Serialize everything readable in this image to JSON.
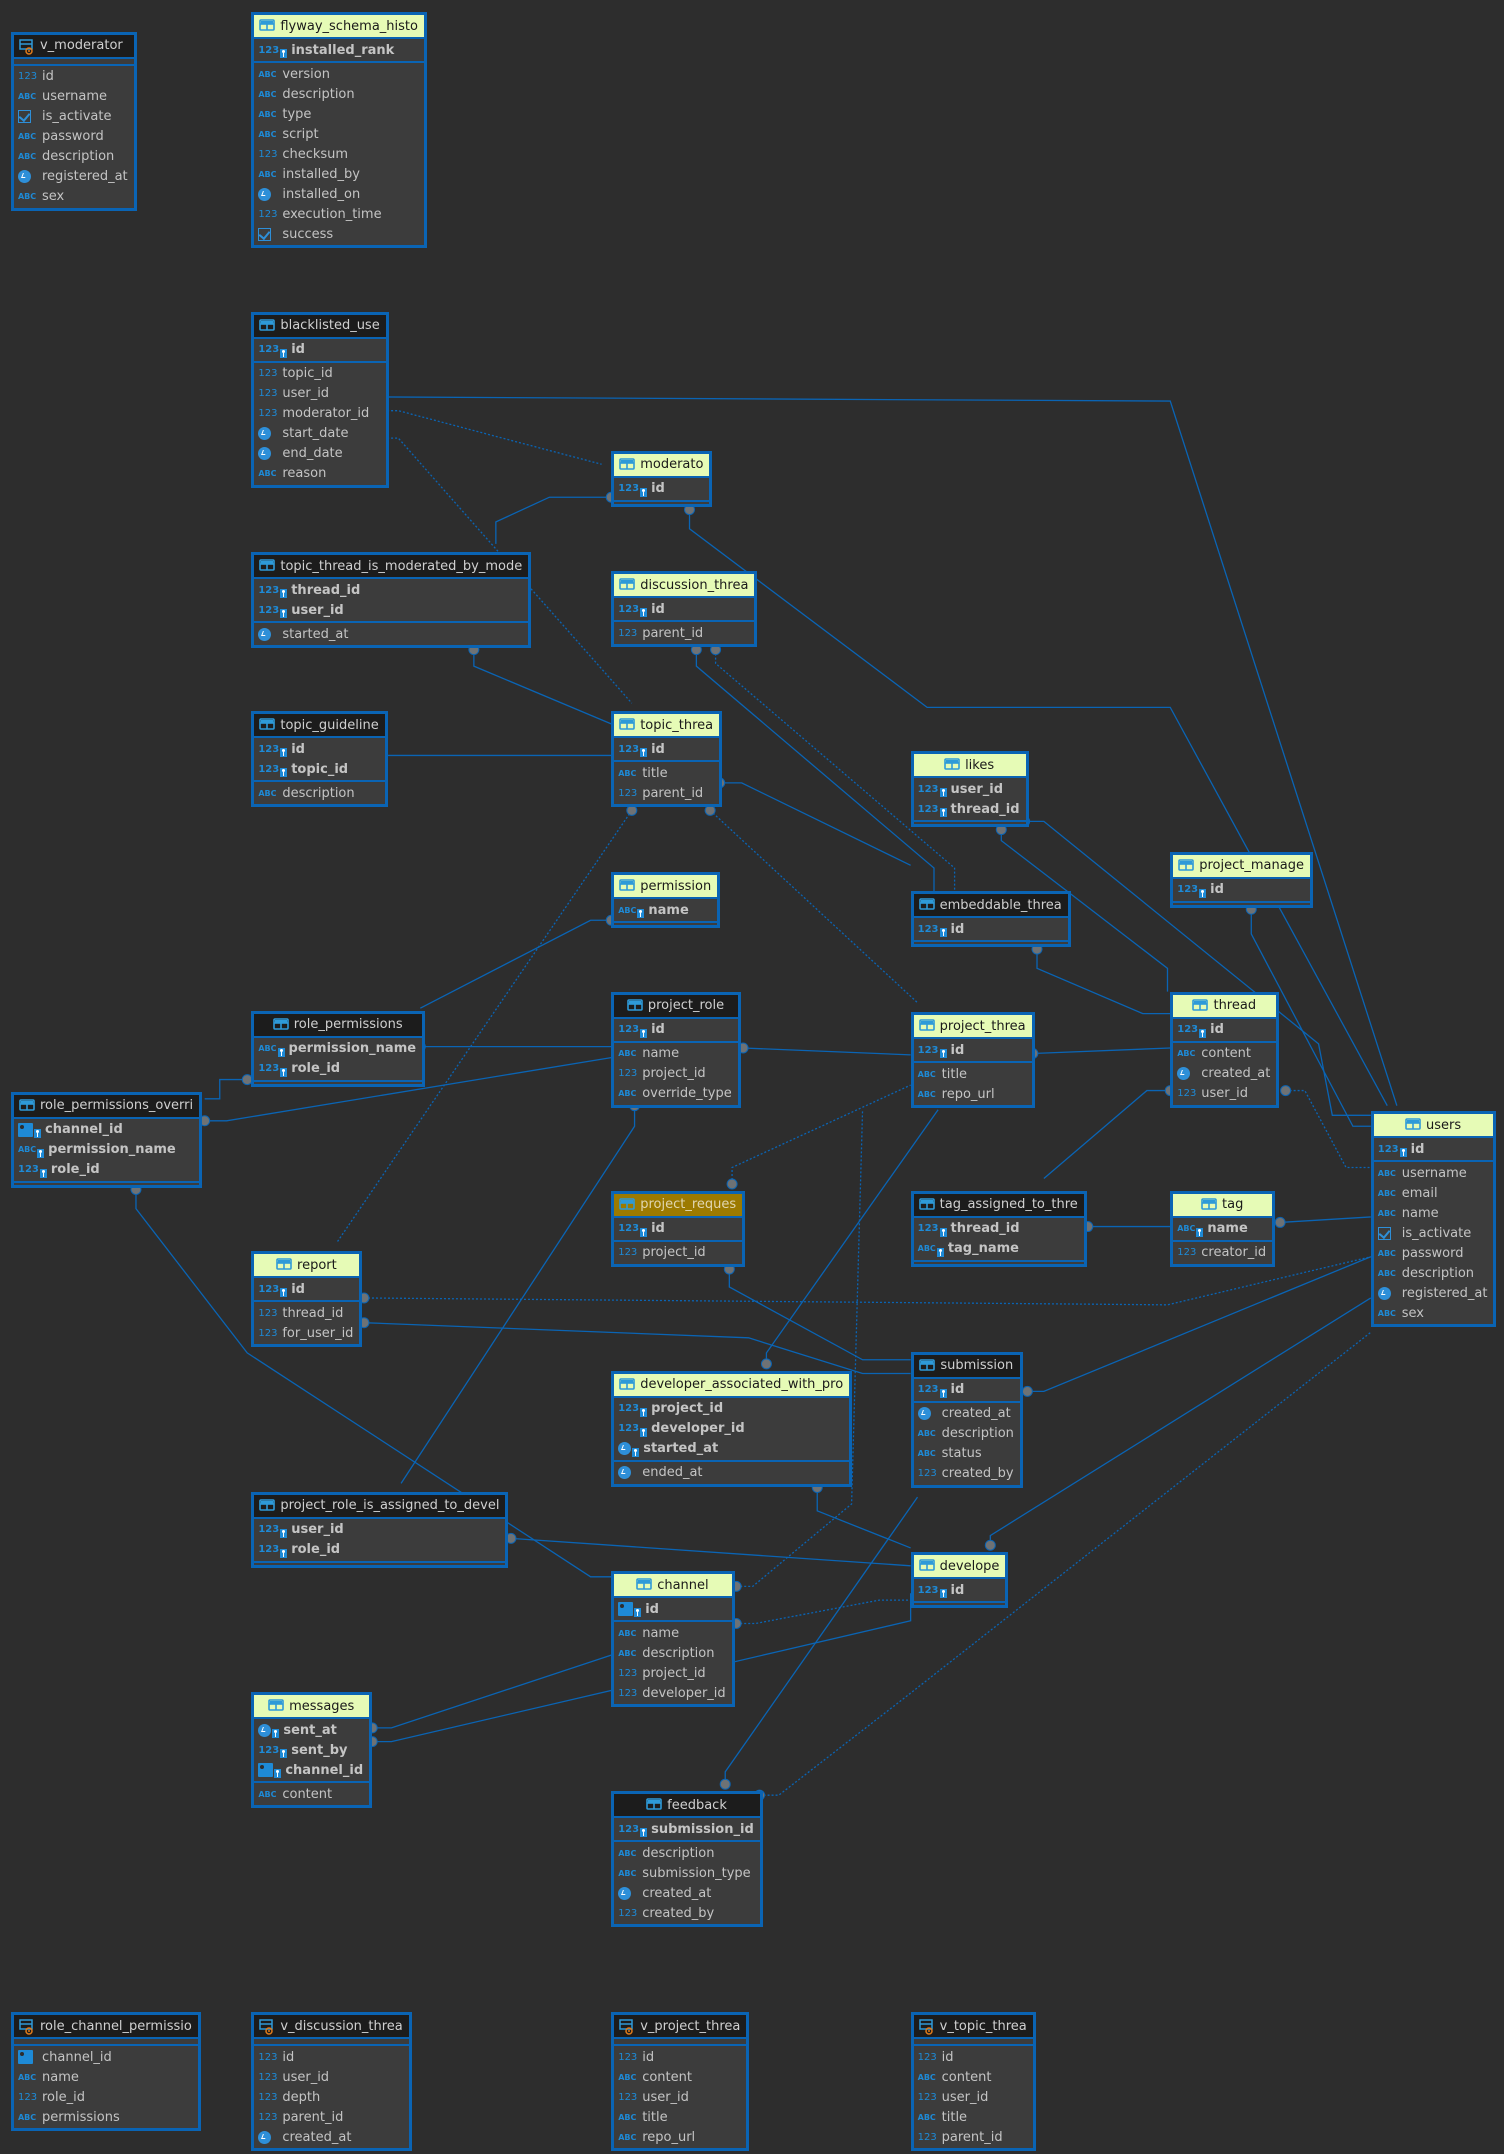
{
  "diagram": {
    "colors": {
      "background": "#2d2d2d",
      "border": "#0a64b4",
      "header_green": "#e6fbb6",
      "header_dark": "#1c1c1c",
      "header_yellow": "#9c7a00",
      "link": "#0a64b4"
    },
    "tables": [
      {
        "id": "v_moderator",
        "title": "v_moderator",
        "kind": "view",
        "header": "dark",
        "pk": [],
        "cols": [
          [
            "id",
            "num"
          ],
          [
            "username",
            "abc"
          ],
          [
            "is_activate",
            "bool"
          ],
          [
            "password",
            "abc"
          ],
          [
            "description",
            "abc"
          ],
          [
            "registered_at",
            "time"
          ],
          [
            "sex",
            "abc"
          ]
        ]
      },
      {
        "id": "flyway",
        "title": "flyway_schema_histo",
        "kind": "table",
        "header": "green",
        "pk": [
          [
            "installed_rank",
            "num"
          ]
        ],
        "cols": [
          [
            "version",
            "abc"
          ],
          [
            "description",
            "abc"
          ],
          [
            "type",
            "abc"
          ],
          [
            "script",
            "abc"
          ],
          [
            "checksum",
            "num"
          ],
          [
            "installed_by",
            "abc"
          ],
          [
            "installed_on",
            "time"
          ],
          [
            "execution_time",
            "num"
          ],
          [
            "success",
            "bool"
          ]
        ]
      },
      {
        "id": "blacklisted_user",
        "title": "blacklisted_use",
        "kind": "table",
        "header": "dark",
        "pk": [
          [
            "id",
            "num"
          ]
        ],
        "cols": [
          [
            "topic_id",
            "num"
          ],
          [
            "user_id",
            "num"
          ],
          [
            "moderator_id",
            "num"
          ],
          [
            "start_date",
            "time"
          ],
          [
            "end_date",
            "time"
          ],
          [
            "reason",
            "abc"
          ]
        ]
      },
      {
        "id": "moderator",
        "title": "moderato",
        "kind": "table",
        "header": "green",
        "pk": [
          [
            "id",
            "num"
          ]
        ],
        "cols": []
      },
      {
        "id": "ttimbm",
        "title": "topic_thread_is_moderated_by_mode",
        "kind": "table",
        "header": "dark",
        "pk": [
          [
            "thread_id",
            "num"
          ],
          [
            "user_id",
            "num"
          ]
        ],
        "cols": [
          [
            "started_at",
            "time"
          ]
        ]
      },
      {
        "id": "discussion_thread",
        "title": "discussion_threa",
        "kind": "table",
        "header": "green",
        "pk": [
          [
            "id",
            "num"
          ]
        ],
        "cols": [
          [
            "parent_id",
            "num"
          ]
        ]
      },
      {
        "id": "topic_guideline",
        "title": "topic_guideline",
        "kind": "table",
        "header": "dark",
        "pk": [
          [
            "id",
            "num"
          ],
          [
            "topic_id",
            "num"
          ]
        ],
        "cols": [
          [
            "description",
            "abc"
          ]
        ]
      },
      {
        "id": "topic_thread",
        "title": "topic_threa",
        "kind": "table",
        "header": "green",
        "pk": [
          [
            "id",
            "num"
          ]
        ],
        "cols": [
          [
            "title",
            "abc"
          ],
          [
            "parent_id",
            "num"
          ]
        ]
      },
      {
        "id": "likes",
        "title": "likes",
        "kind": "table",
        "header": "green",
        "pk": [
          [
            "user_id",
            "num"
          ],
          [
            "thread_id",
            "num"
          ]
        ],
        "cols": []
      },
      {
        "id": "project_manager",
        "title": "project_manage",
        "kind": "table",
        "header": "green",
        "pk": [
          [
            "id",
            "num"
          ]
        ],
        "cols": []
      },
      {
        "id": "permission",
        "title": "permission",
        "kind": "table",
        "header": "green",
        "pk": [
          [
            "name",
            "abc"
          ]
        ],
        "cols": []
      },
      {
        "id": "embeddable_thread",
        "title": "embeddable_threa",
        "kind": "table",
        "header": "dark",
        "pk": [
          [
            "id",
            "num"
          ]
        ],
        "cols": []
      },
      {
        "id": "role_permissions",
        "title": "role_permissions",
        "kind": "table",
        "header": "dark",
        "pk": [
          [
            "permission_name",
            "abc"
          ],
          [
            "role_id",
            "num"
          ]
        ],
        "cols": []
      },
      {
        "id": "project_role",
        "title": "project_role",
        "kind": "table",
        "header": "dark",
        "pk": [
          [
            "id",
            "num"
          ]
        ],
        "cols": [
          [
            "name",
            "abc"
          ],
          [
            "project_id",
            "num"
          ],
          [
            "override_type",
            "abc"
          ]
        ]
      },
      {
        "id": "project_thread",
        "title": "project_threa",
        "kind": "table",
        "header": "green",
        "pk": [
          [
            "id",
            "num"
          ]
        ],
        "cols": [
          [
            "title",
            "abc"
          ],
          [
            "repo_url",
            "abc"
          ]
        ]
      },
      {
        "id": "thread",
        "title": "thread",
        "kind": "table",
        "header": "green",
        "pk": [
          [
            "id",
            "num"
          ]
        ],
        "cols": [
          [
            "content",
            "abc"
          ],
          [
            "created_at",
            "time"
          ],
          [
            "user_id",
            "num"
          ]
        ]
      },
      {
        "id": "rpo",
        "title": "role_permissions_overri",
        "kind": "table",
        "header": "dark",
        "pk": [
          [
            "channel_id",
            "card"
          ],
          [
            "permission_name",
            "abc"
          ],
          [
            "role_id",
            "num"
          ]
        ],
        "cols": []
      },
      {
        "id": "users",
        "title": "users",
        "kind": "table",
        "header": "green",
        "pk": [
          [
            "id",
            "num"
          ]
        ],
        "cols": [
          [
            "username",
            "abc"
          ],
          [
            "email",
            "abc"
          ],
          [
            "name",
            "abc"
          ],
          [
            "is_activate",
            "bool"
          ],
          [
            "password",
            "abc"
          ],
          [
            "description",
            "abc"
          ],
          [
            "registered_at",
            "time"
          ],
          [
            "sex",
            "abc"
          ]
        ]
      },
      {
        "id": "project_request",
        "title": "project_reques",
        "kind": "table",
        "header": "yellow",
        "pk": [
          [
            "id",
            "num"
          ]
        ],
        "cols": [
          [
            "project_id",
            "num"
          ]
        ]
      },
      {
        "id": "tag_assigned",
        "title": "tag_assigned_to_thre",
        "kind": "table",
        "header": "dark",
        "pk": [
          [
            "thread_id",
            "num"
          ],
          [
            "tag_name",
            "abc"
          ]
        ],
        "cols": []
      },
      {
        "id": "tag",
        "title": "tag",
        "kind": "table",
        "header": "green",
        "pk": [
          [
            "name",
            "abc"
          ]
        ],
        "cols": [
          [
            "creator_id",
            "num"
          ]
        ]
      },
      {
        "id": "report",
        "title": "report",
        "kind": "table",
        "header": "green",
        "pk": [
          [
            "id",
            "num"
          ]
        ],
        "cols": [
          [
            "thread_id",
            "num"
          ],
          [
            "for_user_id",
            "num"
          ]
        ]
      },
      {
        "id": "submission",
        "title": "submission",
        "kind": "table",
        "header": "dark",
        "pk": [
          [
            "id",
            "num"
          ]
        ],
        "cols": [
          [
            "created_at",
            "time"
          ],
          [
            "description",
            "abc"
          ],
          [
            "status",
            "abc"
          ],
          [
            "created_by",
            "num"
          ]
        ]
      },
      {
        "id": "dawp",
        "title": "developer_associated_with_pro",
        "kind": "table",
        "header": "green",
        "pk": [
          [
            "project_id",
            "num"
          ],
          [
            "developer_id",
            "num"
          ],
          [
            "started_at",
            "time"
          ]
        ],
        "cols": [
          [
            "ended_at",
            "time"
          ]
        ]
      },
      {
        "id": "priatd",
        "title": "project_role_is_assigned_to_devel",
        "kind": "table",
        "header": "dark",
        "pk": [
          [
            "user_id",
            "num"
          ],
          [
            "role_id",
            "num"
          ]
        ],
        "cols": []
      },
      {
        "id": "developer",
        "title": "develope",
        "kind": "table",
        "header": "green",
        "pk": [
          [
            "id",
            "num"
          ]
        ],
        "cols": []
      },
      {
        "id": "channel",
        "title": "channel",
        "kind": "table",
        "header": "green",
        "pk": [
          [
            "id",
            "card"
          ]
        ],
        "cols": [
          [
            "name",
            "abc"
          ],
          [
            "description",
            "abc"
          ],
          [
            "project_id",
            "num"
          ],
          [
            "developer_id",
            "num"
          ]
        ]
      },
      {
        "id": "messages",
        "title": "messages",
        "kind": "table",
        "header": "green",
        "pk": [
          [
            "sent_at",
            "time"
          ],
          [
            "sent_by",
            "num"
          ],
          [
            "channel_id",
            "card"
          ]
        ],
        "cols": [
          [
            "content",
            "abc"
          ]
        ]
      },
      {
        "id": "feedback",
        "title": "feedback",
        "kind": "table",
        "header": "dark",
        "pk": [
          [
            "submission_id",
            "num"
          ]
        ],
        "cols": [
          [
            "description",
            "abc"
          ],
          [
            "submission_type",
            "abc"
          ],
          [
            "created_at",
            "time"
          ],
          [
            "created_by",
            "num"
          ]
        ]
      },
      {
        "id": "role_channel_permissions",
        "title": "role_channel_permissio",
        "kind": "view",
        "header": "dark",
        "pk": [],
        "cols": [
          [
            "channel_id",
            "card"
          ],
          [
            "name",
            "abc"
          ],
          [
            "role_id",
            "num"
          ],
          [
            "permissions",
            "abc"
          ]
        ]
      },
      {
        "id": "v_discussion_thread",
        "title": "v_discussion_threa",
        "kind": "view",
        "header": "dark",
        "pk": [],
        "cols": [
          [
            "id",
            "num"
          ],
          [
            "user_id",
            "num"
          ],
          [
            "depth",
            "num"
          ],
          [
            "parent_id",
            "num"
          ],
          [
            "created_at",
            "time"
          ]
        ]
      },
      {
        "id": "v_project_thread",
        "title": "v_project_threa",
        "kind": "view",
        "header": "dark",
        "pk": [],
        "cols": [
          [
            "id",
            "num"
          ],
          [
            "content",
            "abc"
          ],
          [
            "user_id",
            "num"
          ],
          [
            "title",
            "abc"
          ],
          [
            "repo_url",
            "abc"
          ]
        ]
      },
      {
        "id": "v_topic_thread",
        "title": "v_topic_threa",
        "kind": "view",
        "header": "dark",
        "pk": [],
        "cols": [
          [
            "id",
            "num"
          ],
          [
            "content",
            "abc"
          ],
          [
            "user_id",
            "num"
          ],
          [
            "title",
            "abc"
          ],
          [
            "parent_id",
            "num"
          ]
        ]
      }
    ],
    "type_labels": {
      "num": "123",
      "abc": "ABC"
    }
  }
}
